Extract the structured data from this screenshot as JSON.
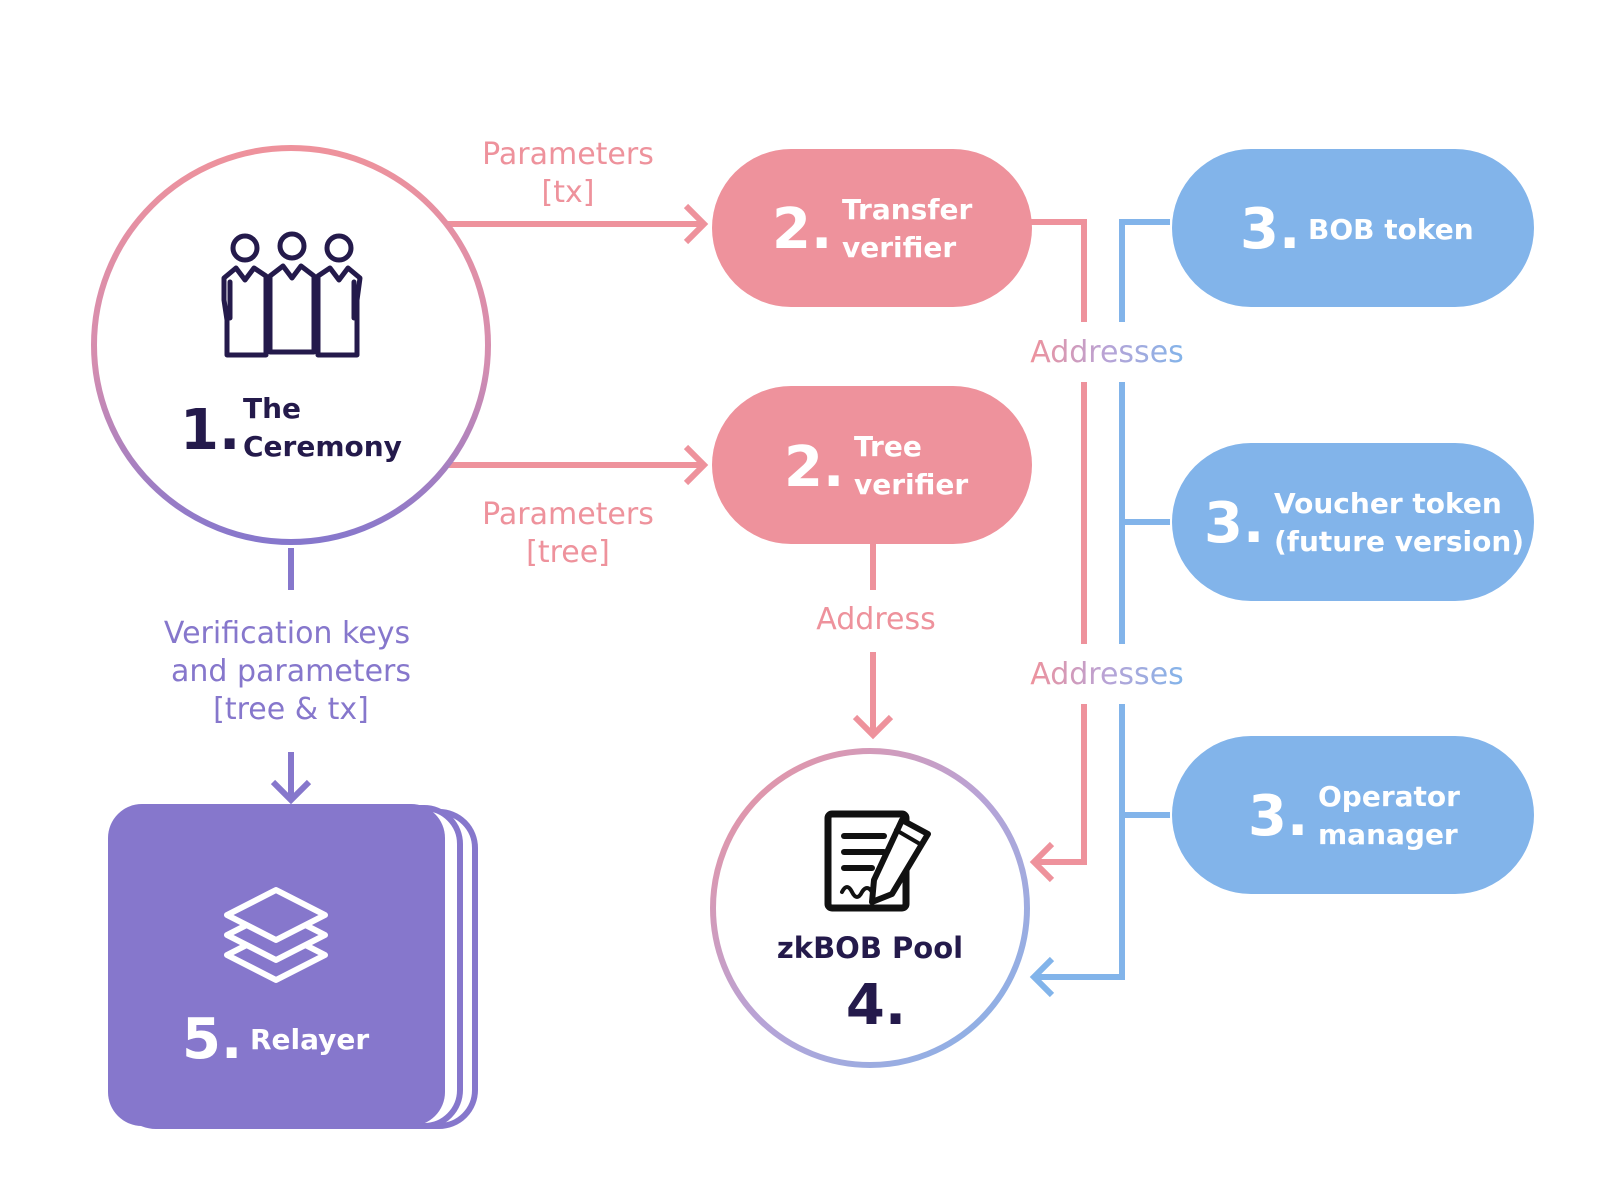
{
  "colors": {
    "pink": "#EE929C",
    "blue": "#82B4EA",
    "purple": "#8677CC",
    "navy": "#241A4B",
    "white": "#FFFFFF"
  },
  "nodes": {
    "ceremony": {
      "number": "1.",
      "line1": "The",
      "line2": "Ceremony",
      "icon": "people-icon"
    },
    "transfer_verifier": {
      "number": "2.",
      "line1": "Transfer",
      "line2": "verifier"
    },
    "tree_verifier": {
      "number": "2.",
      "line1": "Tree",
      "line2": "verifier"
    },
    "bob_token": {
      "number": "3.",
      "line1": "BOB token"
    },
    "voucher_token": {
      "number": "3.",
      "line1": "Voucher token",
      "line2": "(future version)"
    },
    "operator_manager": {
      "number": "3.",
      "line1": "Operator",
      "line2": "manager"
    },
    "zkbob_pool": {
      "number": "4.",
      "line1": "zkBOB Pool",
      "icon": "contract-icon"
    },
    "relayer": {
      "number": "5.",
      "line1": "Relayer",
      "icon": "layers-icon"
    }
  },
  "edges": {
    "params_tx": {
      "line1": "Parameters",
      "line2": "[tx]"
    },
    "params_tree": {
      "line1": "Parameters",
      "line2": "[tree]"
    },
    "verification_keys": {
      "line1": "Verification keys",
      "line2": "and parameters",
      "line3": "[tree & tx]"
    },
    "address": {
      "line1": "Address"
    },
    "addresses_top": {
      "line1": "Addresses"
    },
    "addresses_bottom": {
      "line1": "Addresses"
    }
  }
}
